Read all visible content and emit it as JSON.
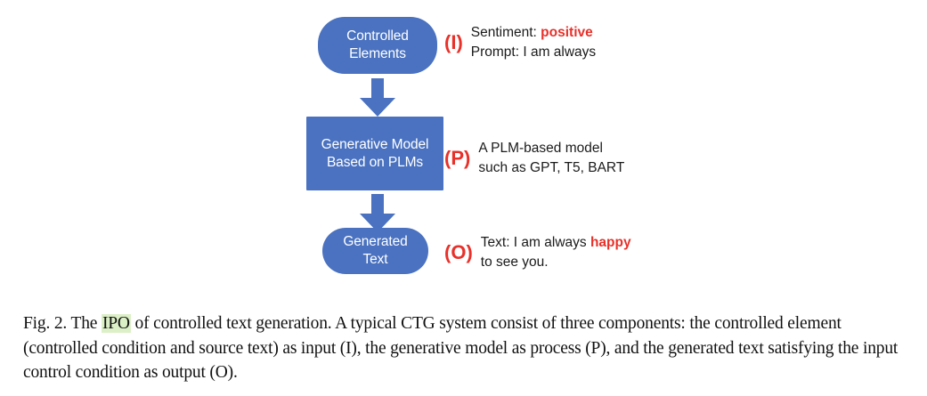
{
  "figure": {
    "nodes": [
      {
        "id": "input",
        "label": "Controlled\nElements",
        "color": "#4a72c0",
        "shape": "rounded-rect"
      },
      {
        "id": "process",
        "label": "Generative Model\nBased on PLMs",
        "color": "#4a72c0",
        "shape": "rect"
      },
      {
        "id": "output",
        "label": "Generated\nText",
        "color": "#4a72c0",
        "shape": "rounded-rect"
      }
    ],
    "arrows": [
      {
        "id": "arrow-1",
        "from": "input",
        "to": "process",
        "direction": "down",
        "color": "#4a72c0"
      },
      {
        "id": "arrow-2",
        "from": "process",
        "to": "output",
        "direction": "down",
        "color": "#4a72c0"
      }
    ],
    "annotations": [
      {
        "id": "input",
        "marker": "(I)",
        "marker_color": "#e8312a",
        "line1_prefix": "Sentiment: ",
        "line1_highlight": "positive",
        "line1_suffix": "",
        "line2_prefix": "Prompt: I am always",
        "line2_highlight": "",
        "line2_suffix": ""
      },
      {
        "id": "process",
        "marker": "(P)",
        "marker_color": "#e8312a",
        "line1_prefix": "A PLM-based model",
        "line1_highlight": "",
        "line1_suffix": "",
        "line2_prefix": "such as GPT, T5, BART",
        "line2_highlight": "",
        "line2_suffix": ""
      },
      {
        "id": "output",
        "marker": "(O)",
        "marker_color": "#e8312a",
        "line1_prefix": "Text: I am always ",
        "line1_highlight": "happy",
        "line1_suffix": "",
        "line2_prefix": "to see you.",
        "line2_highlight": "",
        "line2_suffix": ""
      }
    ]
  },
  "caption": {
    "part1": "Fig. 2.  The ",
    "highlight": "IPO",
    "highlight_color": "#dcf0c8",
    "part2": " of controlled text generation. A typical CTG system consist of three components: the controlled element (controlled condition and source text) as input (I), the generative model as process (P), and the generated text satisfying the input control condition as output (O)."
  }
}
